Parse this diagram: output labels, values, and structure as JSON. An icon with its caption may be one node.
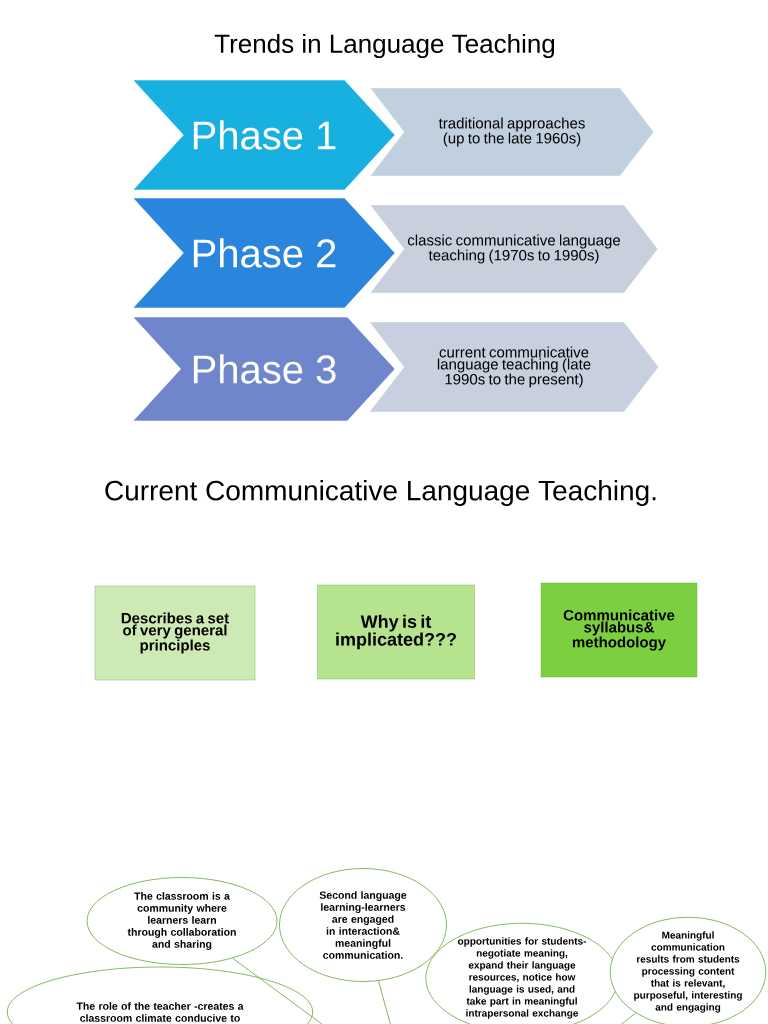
{
  "diagram": {
    "title": "Trends in Language Teaching",
    "nodes": [
      {
        "text": [
          "Phase 1"
        ]
      },
      {
        "text": [
          "traditional approaches (up to the late 1960s)"
        ]
      },
      {
        "text": [
          "Phase 2"
        ]
      },
      {
        "text": [
          "classic communicative language teaching (1970s to 1990s)"
        ]
      },
      {
        "text": [
          "Phase 3"
        ]
      },
      {
        "text": [
          "current communicative language teaching (late 1990s to the present)"
        ]
      },
      {
        "text": [
          "Describes a set of very general principles"
        ]
      },
      {
        "text": [
          "Why is it implicated???"
        ]
      },
      {
        "text": [
          "Communicative syllabus& methodology"
        ]
      },
      {
        "text": [
          "The classroom is a community where learners learn through collaboration and sharing"
        ]
      },
      {
        "text": [
          "Second language learning-learners are engaged in interaction& meaningful communication."
        ]
      },
      {
        "text": [
          "opportunities for students-negotiate meaning, expand their language resources, notice how language is used, and take part in meaningful intrapersonal exchange"
        ]
      },
      {
        "text": [
          "Meaningful communication results from students processing content that is relevant, purposeful, interesting and engaging"
        ]
      },
      {
        "text": [
          "The role of the teacher -creates a classroom climate conducive to"
        ]
      }
    ],
    "edges": [
      {
        "from": 9,
        "to": null,
        "arrow": "none"
      },
      {
        "from": 10,
        "to": null,
        "arrow": "none"
      },
      {
        "from": 12,
        "to": null,
        "arrow": "none"
      }
    ],
    "labels": [
      "Current Communicative Language Teaching."
    ]
  }
}
